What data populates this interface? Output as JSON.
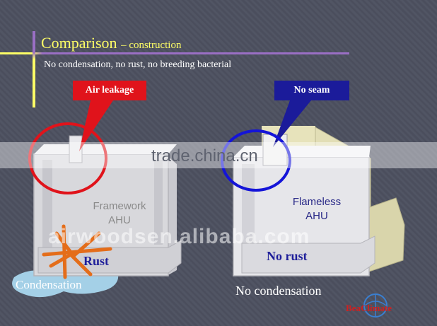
{
  "slide": {
    "title": "Comparison",
    "subtitle": "– construction",
    "tagline": "No condensation, no rust, no breeding bacterial"
  },
  "left_unit": {
    "callout": "Air leakage",
    "label_line1": "Framework",
    "label_line2": "AHU",
    "defect_label": "Rust",
    "footer_label": "Condensation"
  },
  "right_unit": {
    "callout": "No seam",
    "label_line1": "Flameless",
    "label_line2": "AHU",
    "benefit_label": "No rust",
    "footer_label": "No condensation"
  },
  "watermarks": {
    "primary": "trade.china.cn",
    "secondary": "airwoodsen.alibaba.com"
  },
  "logo": {
    "text": "BeaClimate"
  },
  "colors": {
    "title": "#ffff66",
    "accent_line": "#9a6fc4",
    "callout_red": "#e0131b",
    "callout_blue": "#1b1b9a",
    "rust_orange": "#e46d1a",
    "water": "#a9d7ee"
  }
}
